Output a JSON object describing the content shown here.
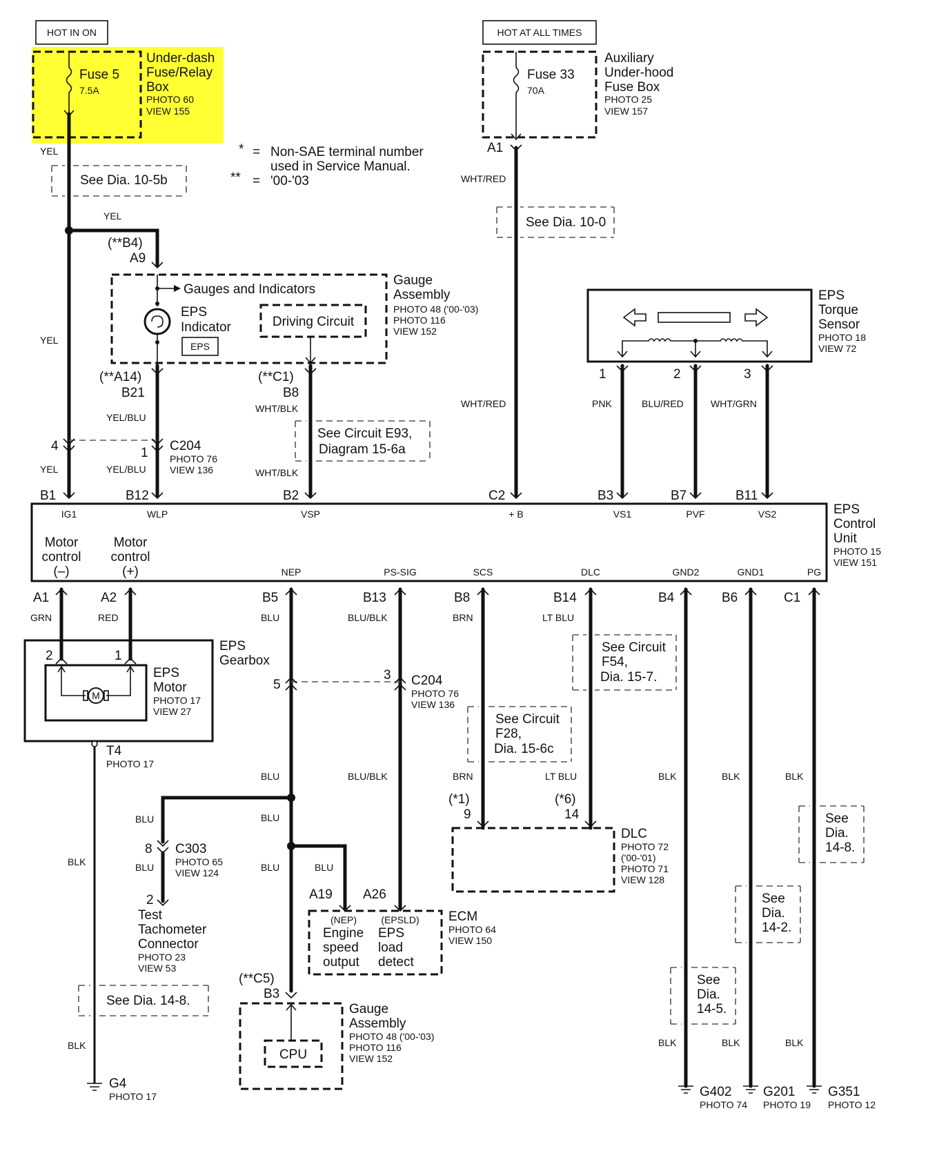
{
  "headers": {
    "hot_in_on": "HOT IN ON",
    "hot_at_all_times": "HOT AT ALL TIMES"
  },
  "fuse5": {
    "name": "Fuse 5",
    "rating": "7.5A",
    "box_line1": "Under-dash",
    "box_line2": "Fuse/Relay",
    "box_line3": "Box",
    "photo": "PHOTO 60",
    "view": "VIEW 155",
    "highlight_color": "#ffff33"
  },
  "fuse33": {
    "name": "Fuse 33",
    "rating": "70A",
    "box_line1": "Auxiliary",
    "box_line2": "Under-hood",
    "box_line3": "Fuse Box",
    "photo": "PHOTO 25",
    "view": "VIEW 157",
    "terminal": "A1"
  },
  "notes": {
    "star": "*",
    "star_eq": "=",
    "star_text1": "Non-SAE terminal number",
    "star_text2": "used in Service Manual.",
    "dstar": "**",
    "dstar_eq": "=",
    "dstar_text": "'00-'03"
  },
  "refs": {
    "dia_10_5b": "See Dia. 10-5b",
    "dia_10_0": "See Dia. 10-0",
    "e93_line1": "See Circuit E93,",
    "e93_line2": "Diagram 15-6a",
    "f54_line1": "See Circuit",
    "f54_line2": "F54,",
    "f54_line3": "Dia.   15-7.",
    "f28_line1": "See Circuit",
    "f28_line2": "F28,",
    "f28_line3": "Dia.   15-6c",
    "dia_14_8_left": "See  Dia.  14-8.",
    "see": "See",
    "dia": "Dia.",
    "dia_14_8": "14-8.",
    "dia_14_2": "14-2.",
    "dia_14_5": "14-5."
  },
  "gauge_top": {
    "alt_pin": "(**B4)",
    "pin": "A9",
    "title": "Gauges and Indicators",
    "eps_indicator1": "EPS",
    "eps_indicator2": "Indicator",
    "eps_badge": "EPS",
    "driving_circuit": "Driving Circuit",
    "name1": "Gauge",
    "name2": "Assembly",
    "photo1": "PHOTO 48 ('00-'03)",
    "photo2": "PHOTO 116",
    "view": "VIEW 152",
    "pin_b21_alt": "(**A14)",
    "pin_b21": "B21",
    "pin_b8_alt": "(**C1)",
    "pin_b8": "B8"
  },
  "torque_sensor": {
    "name1": "EPS",
    "name2": "Torque",
    "name3": "Sensor",
    "photo": "PHOTO 18",
    "view": "VIEW 72",
    "pin1": "1",
    "pin2": "2",
    "pin3": "3"
  },
  "wires": {
    "yel": "YEL",
    "yel_blu": "YEL/BLU",
    "wht_blk": "WHT/BLK",
    "wht_red": "WHT/RED",
    "pnk": "PNK",
    "blu_red": "BLU/RED",
    "wht_grn": "WHT/GRN",
    "grn": "GRN",
    "red": "RED",
    "blu": "BLU",
    "blu_blk": "BLU/BLK",
    "brn": "BRN",
    "lt_blu": "LT BLU",
    "blk": "BLK"
  },
  "c204_top": {
    "pin4": "4",
    "pin1": "1",
    "name": "C204",
    "photo": "PHOTO 76",
    "view": "VIEW 136"
  },
  "ecu": {
    "name1": "EPS",
    "name2": "Control",
    "name3": "Unit",
    "photo": "PHOTO 15",
    "view": "VIEW 151",
    "top_pins": [
      {
        "pin": "B1",
        "signal": "IG1"
      },
      {
        "pin": "B12",
        "signal": "WLP"
      },
      {
        "pin": "B2",
        "signal": "VSP"
      },
      {
        "pin": "C2",
        "signal": "+ B"
      },
      {
        "pin": "B3",
        "signal": "VS1"
      },
      {
        "pin": "B7",
        "signal": "PVF"
      },
      {
        "pin": "B11",
        "signal": "VS2"
      }
    ],
    "motor_minus": {
      "l1": "Motor",
      "l2": "control",
      "l3": "(–)"
    },
    "motor_plus": {
      "l1": "Motor",
      "l2": "control",
      "l3": "(+)"
    },
    "bottom_pins": [
      {
        "pin": "A1",
        "signal": ""
      },
      {
        "pin": "A2",
        "signal": ""
      },
      {
        "pin": "B5",
        "signal": "NEP"
      },
      {
        "pin": "B13",
        "signal": "PS-SIG"
      },
      {
        "pin": "B8",
        "signal": "SCS"
      },
      {
        "pin": "B14",
        "signal": "DLC"
      },
      {
        "pin": "B4",
        "signal": "GND2"
      },
      {
        "pin": "B6",
        "signal": "GND1"
      },
      {
        "pin": "C1",
        "signal": "PG"
      }
    ]
  },
  "gearbox": {
    "name1": "EPS",
    "name2": "Gearbox",
    "motor1": "EPS",
    "motor2": "Motor",
    "photo": "PHOTO 17",
    "view": "VIEW 27",
    "pin2": "2",
    "pin1": "1",
    "motor_symbol": "M",
    "t4": "T4",
    "t4_photo": "PHOTO 17"
  },
  "c204_bottom": {
    "pin5": "5",
    "pin3": "3",
    "name": "C204",
    "photo": "PHOTO 76",
    "view": "VIEW 136"
  },
  "c303": {
    "pin8": "8",
    "name": "C303",
    "photo": "PHOTO 65",
    "view": "VIEW 124",
    "pin2": "2"
  },
  "tach": {
    "l1": "Test",
    "l2": "Tachometer",
    "l3": "Connector",
    "photo": "PHOTO 23",
    "view": "VIEW 53"
  },
  "ecm": {
    "pin_a19": "A19",
    "pin_a26": "A26",
    "nep": "(NEP)",
    "nep_l1": "Engine",
    "nep_l2": "speed",
    "nep_l3": "output",
    "epsld": "(EPSLD)",
    "epsld_l1": "EPS",
    "epsld_l2": "load",
    "epsld_l3": "detect",
    "name": "ECM",
    "photo": "PHOTO 64",
    "view": "VIEW 150"
  },
  "dlc": {
    "pin9_alt": "(*1)",
    "pin9": "9",
    "pin14_alt": "(*6)",
    "pin14": "14",
    "name": "DLC",
    "photo1": "PHOTO 72",
    "photo1b": "('00-'01)",
    "photo2": "PHOTO 71",
    "view": "VIEW 128"
  },
  "gauge_bottom": {
    "alt_pin": "(**C5)",
    "pin": "B3",
    "cpu": "CPU",
    "name1": "Gauge",
    "name2": "Assembly",
    "photo1": "PHOTO 48 ('00-'03)",
    "photo2": "PHOTO 116",
    "view": "VIEW 152"
  },
  "grounds": {
    "g4": "G4",
    "g4_photo": "PHOTO 17",
    "g402": "G402",
    "g402_photo": "PHOTO 74",
    "g201": "G201",
    "g201_photo": "PHOTO 19",
    "g351": "G351",
    "g351_photo": "PHOTO 12"
  }
}
